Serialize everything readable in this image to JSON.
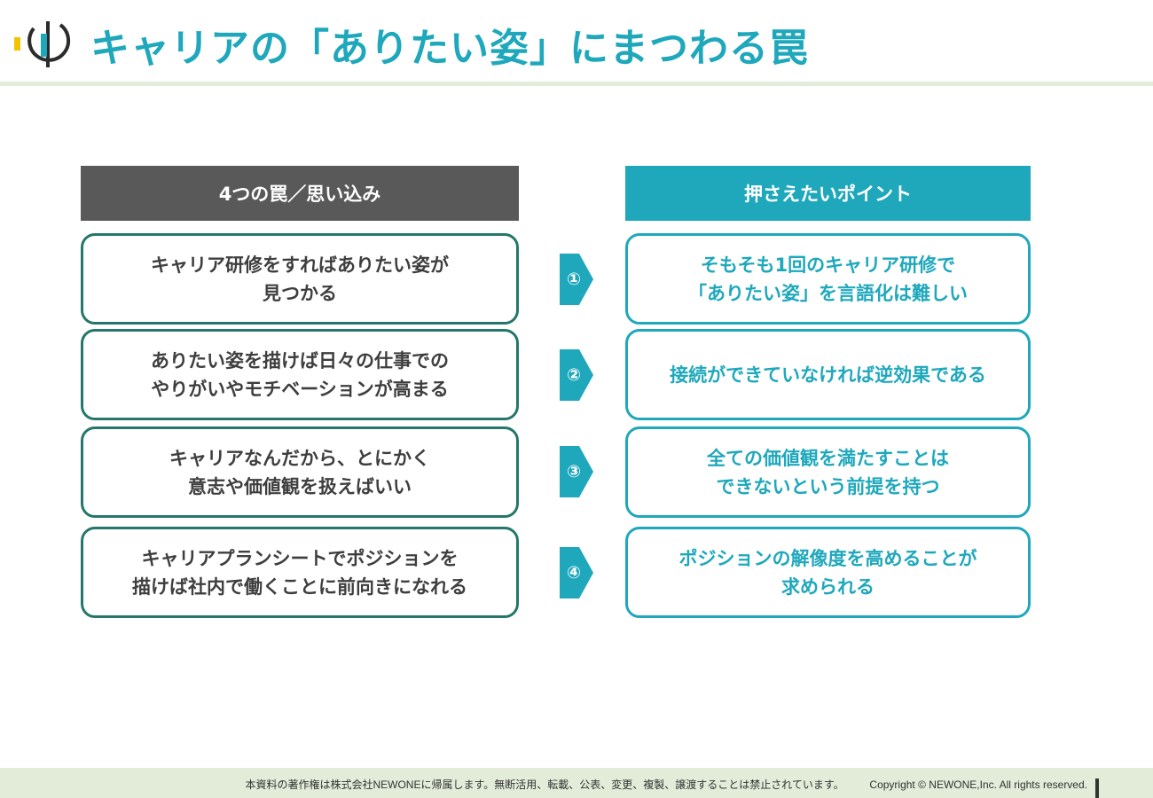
{
  "header": {
    "title": "キャリアの「ありたい姿」にまつわる罠",
    "logo_icon": "newone-logo-icon",
    "accent_color": "#1fa8bc"
  },
  "columns": {
    "left_heading": "4つの罠／思い込み",
    "right_heading": "押さえたいポイント"
  },
  "rows": [
    {
      "number": "①",
      "trap": "キャリア研修をすればありたい姿が\n見つかる",
      "point": "そもそも1回のキャリア研修で\n「ありたい姿」を言語化は難しい"
    },
    {
      "number": "②",
      "trap": "ありたい姿を描けば日々の仕事での\nやりがいやモチベーションが高まる",
      "point": "接続ができていなければ逆効果である"
    },
    {
      "number": "③",
      "trap": "キャリアなんだから、とにかく\n意志や価値観を扱えばいい",
      "point": "全ての価値観を満たすことは\nできないという前提を持つ"
    },
    {
      "number": "④",
      "trap": "キャリアプランシートでポジションを\n描けば社内で働くことに前向きになれる",
      "point": "ポジションの解像度を高めることが\n求められる"
    }
  ],
  "footer": {
    "notice": "本資料の著作権は株式会社NEWONEに帰属します。無断活用、転載、公表、変更、複製、譲渡することは禁止されています。",
    "copyright": "Copyright © NEWONE,Inc.  All rights reserved."
  },
  "colors": {
    "left_border": "#24776a",
    "right_border": "#1fa8bc",
    "left_heading_bg": "#595959",
    "footer_bg": "#e2ecd9"
  }
}
